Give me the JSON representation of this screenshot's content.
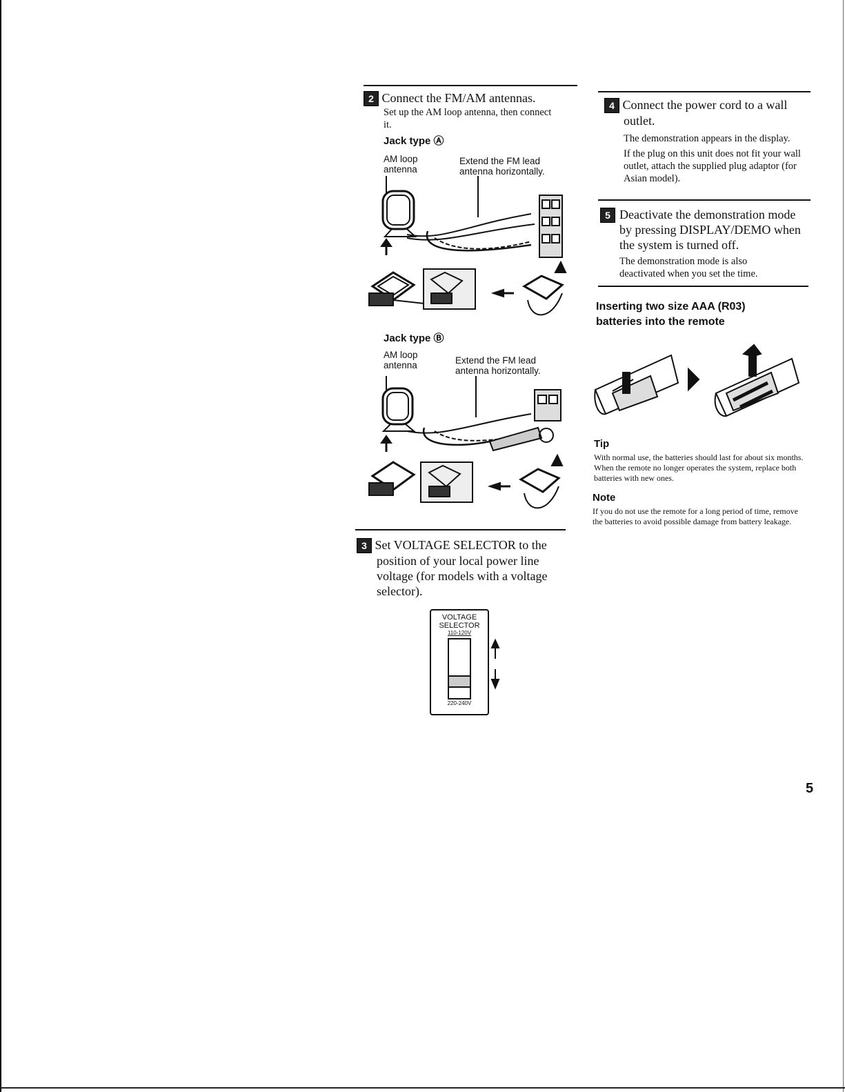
{
  "step2": {
    "badge": "2",
    "title": "Connect the FM/AM antennas.",
    "body": "Set up the AM loop antenna, then connect it.",
    "jack_a": {
      "heading": "Jack type Ⓐ",
      "am_label_1": "AM loop",
      "am_label_2": "antenna",
      "fm_label_1": "Extend the FM lead",
      "fm_label_2": "antenna horizontally."
    },
    "jack_b": {
      "heading": "Jack type Ⓑ",
      "am_label_1": "AM loop",
      "am_label_2": "antenna",
      "fm_label_1": "Extend the FM lead",
      "fm_label_2": "antenna horizontally."
    }
  },
  "step3": {
    "badge": "3",
    "title_1": "Set VOLTAGE SELECTOR to the",
    "title_2": "position of your local power line",
    "title_3": "voltage (for models with a voltage",
    "title_4": "selector).",
    "selector": {
      "label_1": "VOLTAGE",
      "label_2": "SELECTOR",
      "top_value": "110-120V",
      "bottom_value": "220-240V"
    }
  },
  "step4": {
    "badge": "4",
    "title_1": "Connect the power cord to a wall",
    "title_2": "outlet.",
    "body_1": "The demonstration appears in the display.",
    "body_2": "If the plug on this unit does not fit your wall outlet, attach the supplied plug adaptor (for Asian model)."
  },
  "step5": {
    "badge": "5",
    "title": "Deactivate the demonstration mode by pressing DISPLAY/DEMO when the system is turned off.",
    "body": "The demonstration mode is also deactivated when you set the time."
  },
  "batteries": {
    "heading_1": "Inserting two size AAA (R03)",
    "heading_2": "batteries into the remote"
  },
  "tip": {
    "heading": "Tip",
    "text": "With normal use, the batteries should last for about six months. When the remote no longer operates the system, replace both batteries with new ones."
  },
  "note": {
    "heading": "Note",
    "text": "If you do not use the remote for a long period of time, remove the batteries to avoid possible damage from battery leakage."
  },
  "page_number": "5"
}
